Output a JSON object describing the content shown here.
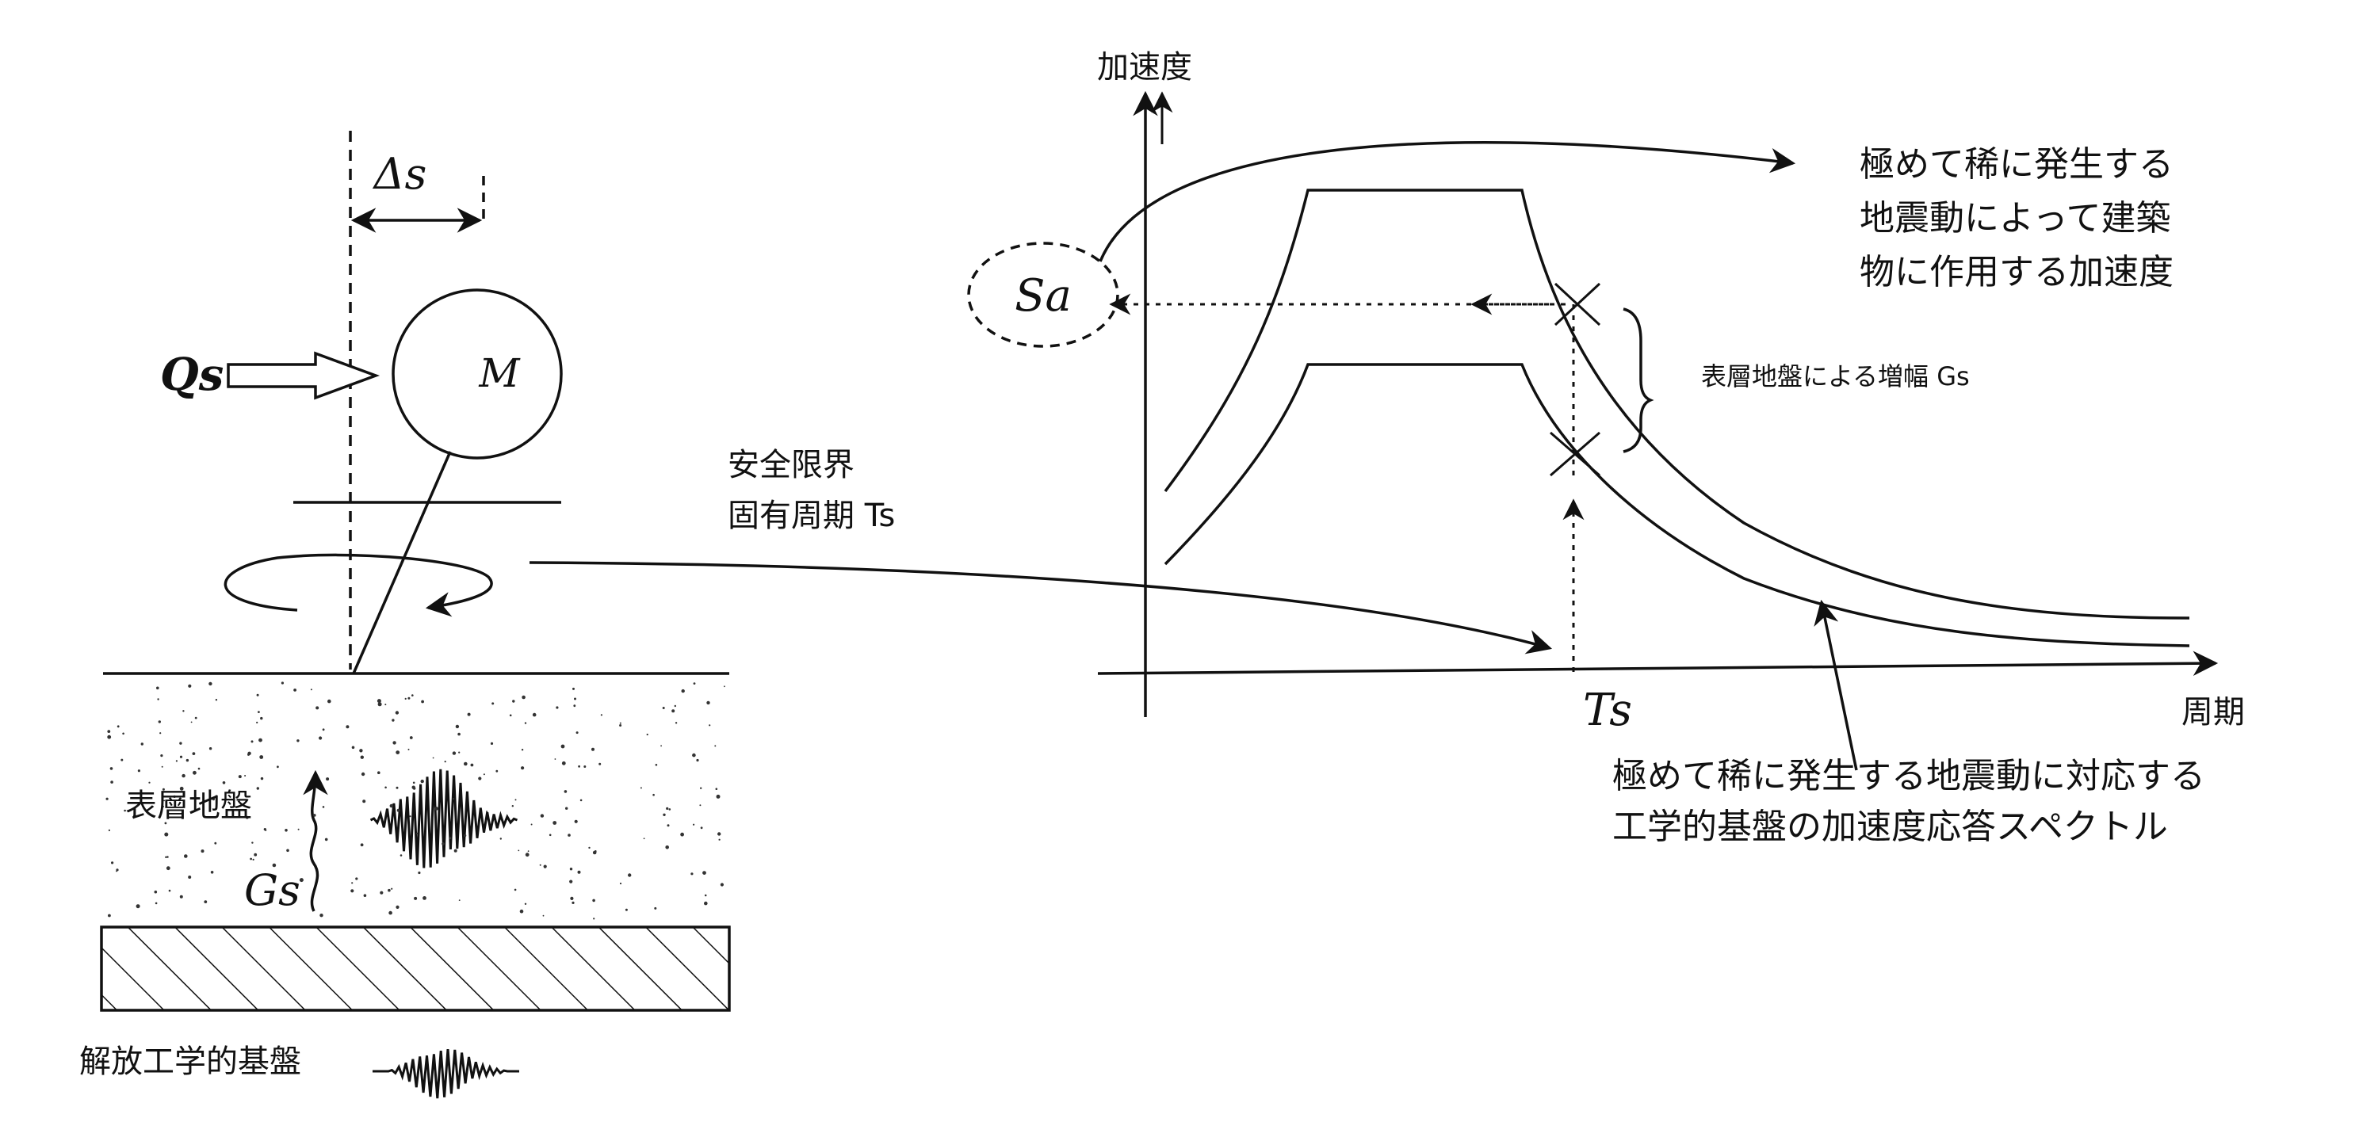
{
  "colors": {
    "ink": "#111111",
    "background": "#ffffff"
  },
  "left": {
    "delta_s": "Δs",
    "qs": "Qs",
    "mass": "M",
    "surface_layer": "表層地盤",
    "gs": "Gs",
    "bedrock": "解放工学的基盤"
  },
  "middle": {
    "line1": "安全限界",
    "line2": "固有周期 Ts"
  },
  "chart": {
    "y_axis_label": "加速度",
    "x_axis_label": "周期",
    "sa_label": "Sa",
    "ts_label": "Ts",
    "top_note": [
      "極めて稀に発生する",
      "地震動によって建築",
      "物に作用する加速度"
    ],
    "amp_note": "表層地盤による増幅 Gs",
    "bottom_note": [
      "極めて稀に発生する地震動に対応する",
      "工学的基盤の加速度応答スペクトル"
    ]
  }
}
